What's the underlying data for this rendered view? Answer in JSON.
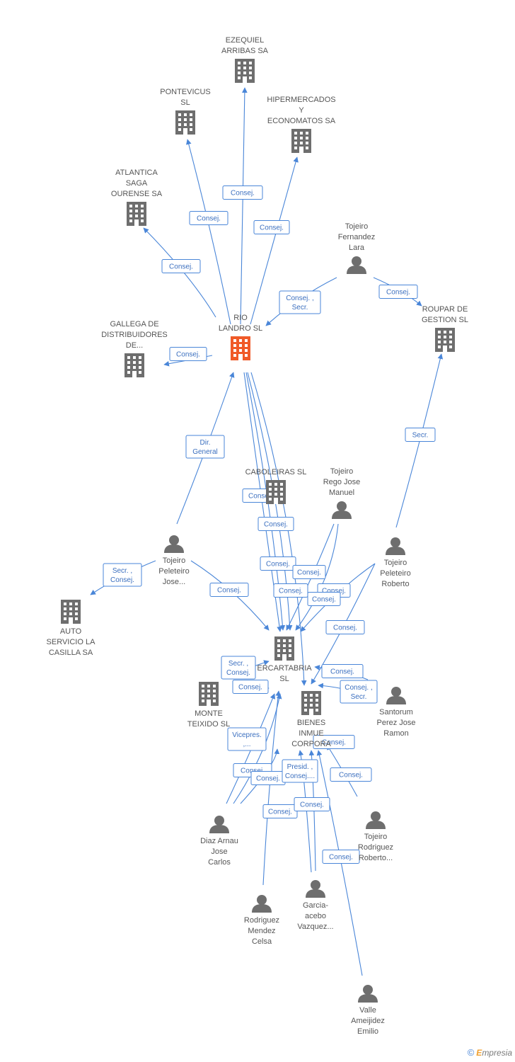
{
  "colors": {
    "accent": "#4a86d8",
    "main_node": "#f05a28",
    "node": "#6e6e6e"
  },
  "nodes": [
    {
      "id": "ezequiel",
      "type": "company",
      "lines": [
        "EZEQUIEL",
        "ARRIBAS SA"
      ]
    },
    {
      "id": "pontevicus",
      "type": "company",
      "lines": [
        "PONTEVICUS",
        "SL"
      ]
    },
    {
      "id": "hipermercados",
      "type": "company",
      "lines": [
        "HIPERMERCADOS",
        "Y",
        "ECONOMATOS SA"
      ]
    },
    {
      "id": "atlantica",
      "type": "company",
      "lines": [
        "ATLANTICA",
        "SAGA",
        "OURENSE SA"
      ]
    },
    {
      "id": "tojeiro_fernandez",
      "type": "person",
      "lines": [
        "Tojeiro",
        "Fernandez",
        "Lara"
      ]
    },
    {
      "id": "rio_landro",
      "type": "main",
      "lines": [
        "RIO",
        "LANDRO SL"
      ]
    },
    {
      "id": "gallega",
      "type": "company",
      "lines": [
        "GALLEGA DE",
        "DISTRIBUIDORES",
        "DE..."
      ]
    },
    {
      "id": "roupar",
      "type": "company",
      "lines": [
        "ROUPAR DE",
        "GESTION SL"
      ]
    },
    {
      "id": "caboleiras",
      "type": "company",
      "lines": [
        "CABOLEIRAS SL"
      ]
    },
    {
      "id": "tojeiro_rego",
      "type": "person",
      "lines": [
        "Tojeiro",
        "Rego Jose",
        "Manuel"
      ]
    },
    {
      "id": "tojeiro_peleteiro_jose",
      "type": "person",
      "lines": [
        "Tojeiro",
        "Peleteiro",
        "Jose..."
      ]
    },
    {
      "id": "tojeiro_peleteiro_roberto",
      "type": "person",
      "lines": [
        "Tojeiro",
        "Peleteiro",
        "Roberto"
      ]
    },
    {
      "id": "auto_servicio",
      "type": "company",
      "lines": [
        "AUTO",
        "SERVICIO LA",
        "CASILLA SA"
      ]
    },
    {
      "id": "intercartabria",
      "type": "company",
      "lines": [
        "ERCARTABRIA",
        "SL"
      ]
    },
    {
      "id": "monte_teixido",
      "type": "company",
      "lines": [
        "MONTE",
        "TEIXIDO SL"
      ]
    },
    {
      "id": "bienes",
      "type": "company",
      "lines": [
        "BIENES",
        "INMUE",
        "CORPORA"
      ]
    },
    {
      "id": "santorum",
      "type": "person",
      "lines": [
        "Santorum",
        "Perez Jose",
        "Ramon"
      ]
    },
    {
      "id": "tojeiro_rodriguez",
      "type": "person",
      "lines": [
        "Tojeiro",
        "Rodriguez",
        "Roberto..."
      ]
    },
    {
      "id": "diaz_arnau",
      "type": "person",
      "lines": [
        "Diaz Arnau",
        "Jose",
        "Carlos"
      ]
    },
    {
      "id": "garcia_acebo",
      "type": "person",
      "lines": [
        "Garcia-",
        "acebo",
        "Vazquez..."
      ]
    },
    {
      "id": "rodriguez_mendez",
      "type": "person",
      "lines": [
        "Rodriguez",
        "Mendez",
        "Celsa"
      ]
    },
    {
      "id": "valle",
      "type": "person",
      "lines": [
        "Valle",
        "Ameijidez",
        "Emilio"
      ]
    }
  ],
  "edge_labels": [
    {
      "lines": [
        "Consej."
      ]
    },
    {
      "lines": [
        "Consej."
      ]
    },
    {
      "lines": [
        "Consej."
      ]
    },
    {
      "lines": [
        "Consej."
      ]
    },
    {
      "lines": [
        "Consej. ,",
        "Secr."
      ]
    },
    {
      "lines": [
        "Consej."
      ]
    },
    {
      "lines": [
        "Consej."
      ]
    },
    {
      "lines": [
        "Dir.",
        "General"
      ]
    },
    {
      "lines": [
        "Secr."
      ]
    },
    {
      "lines": [
        "Consej."
      ]
    },
    {
      "lines": [
        "Consej."
      ]
    },
    {
      "lines": [
        "Secr. ,",
        "Consej."
      ]
    },
    {
      "lines": [
        "Consej."
      ]
    },
    {
      "lines": [
        "Consej."
      ]
    },
    {
      "lines": [
        "Consej."
      ]
    },
    {
      "lines": [
        "Consej."
      ]
    },
    {
      "lines": [
        "Consej."
      ]
    },
    {
      "lines": [
        "Consej."
      ]
    },
    {
      "lines": [
        "Consej."
      ]
    },
    {
      "lines": [
        "Consej."
      ]
    },
    {
      "lines": [
        "Consej. ,",
        "Secr."
      ]
    },
    {
      "lines": [
        "Secr. ,",
        "Consej."
      ]
    },
    {
      "lines": [
        "Consej."
      ]
    },
    {
      "lines": [
        "Consej."
      ]
    },
    {
      "lines": [
        "Vicepres.",
        ",..."
      ]
    },
    {
      "lines": [
        "Consej."
      ]
    },
    {
      "lines": [
        "Consej."
      ]
    },
    {
      "lines": [
        "Consej."
      ]
    },
    {
      "lines": [
        "Presid. ,",
        "Consej...."
      ]
    },
    {
      "lines": [
        "Consej."
      ]
    },
    {
      "lines": [
        "Consej."
      ]
    },
    {
      "lines": [
        "Consej."
      ]
    }
  ],
  "footer": {
    "copyright": "©",
    "brand_initial": "E",
    "brand_rest": "mpresia"
  }
}
